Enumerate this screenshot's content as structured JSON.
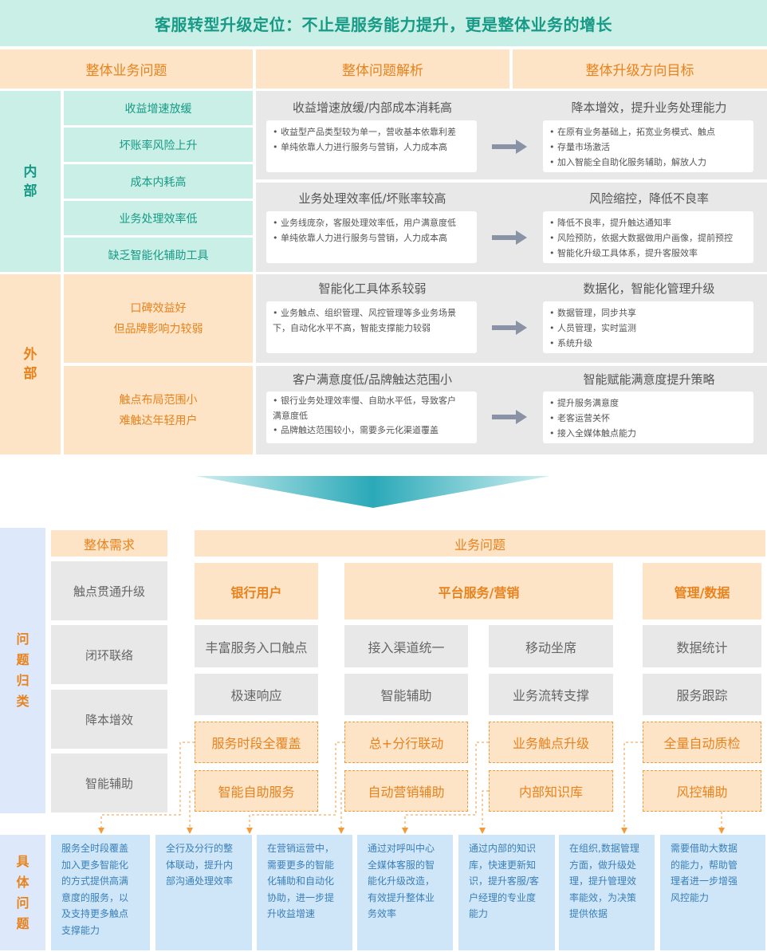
{
  "title": "客服转型升级定位：不止是服务能力提升，更是整体业务的增长",
  "headers": [
    "整体业务问题",
    "整体问题解析",
    "整体升级方向目标"
  ],
  "internal": {
    "label_1": "内",
    "label_2": "部",
    "problems": [
      "收益增速放缓",
      "坏账率风险上升",
      "成本内耗高",
      "业务处理效率低",
      "缺乏智能化辅助工具"
    ]
  },
  "external": {
    "label_1": "外",
    "label_2": "部",
    "problems": [
      [
        "口碑效益好",
        "但品牌影响力较弱"
      ],
      [
        "触点布局范围小",
        "难触达年轻用户"
      ]
    ]
  },
  "analysis_rows": [
    {
      "analysis_title": "收益增速放缓/内部成本消耗高",
      "analysis_lines": [
        "• 收益型产品类型较为单一，营收基本依靠利差",
        "• 单纯依靠人力进行服务与营销，人力成本高"
      ],
      "goal_title": "降本增效，提升业务处理能力",
      "goal_lines": [
        "• 在原有业务基础上，拓宽业务模式、触点",
        "• 存量市场激活",
        "• 加入智能全自助化服务辅助，解放人力"
      ]
    },
    {
      "analysis_title": "业务处理效率低/坏账率较高",
      "analysis_lines": [
        "• 业务线庞杂，客服处理效率低，用户满意度低",
        "• 单纯依靠人力进行服务与营销，人力成本高"
      ],
      "goal_title": "风险缩控，降低不良率",
      "goal_lines": [
        "• 降低不良率，提升触达通知率",
        "• 风险预防，依据大数据做用户画像，提前预控",
        "• 智能化升级工具体系，提升客服效率"
      ]
    },
    {
      "analysis_title": "智能化工具体系较弱",
      "analysis_lines": [
        "• 业务触点、组织管理、风控管理等多业务场景",
        "下，自动化水平不高，智能支撑能力较弱"
      ],
      "goal_title": "数据化，智能化管理升级",
      "goal_lines": [
        "• 数据管理，同步共享",
        "• 人员管理，实时监测",
        "• 系统升级"
      ]
    },
    {
      "analysis_title": "客户满意度低/品牌触达范围小",
      "analysis_lines": [
        "• 银行业务处理效率慢、自助水平低，导致客户",
        "满意度低",
        "• 品牌触达范围较小，需要多元化渠道覆盖"
      ],
      "goal_title": "智能赋能满意度提升策略",
      "goal_lines": [
        "• 提升服务满意度",
        "• 老客运营关怀",
        "• 接入全媒体触点能力"
      ]
    }
  ],
  "classification": {
    "label_chars": [
      "问",
      "题",
      "归",
      "类"
    ],
    "needs_header": "整体需求",
    "needs": [
      "触点贯通升级",
      "闭环联络",
      "降本增效",
      "智能辅助"
    ],
    "issues_header": "业务问题",
    "categories": [
      "银行用户",
      "平台服务/营销",
      "管理/数据"
    ],
    "gray_items": [
      "丰富服务入口触点",
      "接入渠道统一",
      "移动坐席",
      "数据统计",
      "极速响应",
      "智能辅助",
      "业务流转支撑",
      "服务跟踪"
    ],
    "orange_items": [
      "服务时段全覆盖",
      "总+分行联动",
      "业务触点升级",
      "全量自动质检",
      "智能自助服务",
      "自动营销辅助",
      "内部知识库",
      "风控辅助"
    ]
  },
  "specific": {
    "label_chars": [
      "具",
      "体",
      "问",
      "题"
    ],
    "boxes": [
      [
        "服务全时段覆盖",
        "加入更多智能化",
        "的方式提供高满",
        "意度的服务，以",
        "及支持更多触点",
        "支撑能力"
      ],
      [
        "全行及分行的整",
        "体联动，提升内",
        "部沟通处理效率"
      ],
      [
        "在营销运营中，",
        "需要更多的智能",
        "化辅助和自动化",
        "协助，进一步提",
        "升收益增速"
      ],
      [
        "通过对呼叫中心",
        "全媒体客服的智",
        "能化升级改造，",
        "有效提升整体业",
        "务效率"
      ],
      [
        "通过内部的知识",
        "库，快速更新知",
        "识，提升客服/客",
        "户经理的专业度",
        "能力"
      ],
      [
        "在组织,数据管理",
        "方面，做升级处",
        "理，提升管理效",
        "率能效，为决策",
        "提供依据"
      ],
      [
        "需要借助大数据",
        "的能力，帮助管",
        "理者进一步增强",
        "风控能力"
      ]
    ]
  },
  "colors": {
    "teal": "#179a86",
    "teal_bg": "#c9efe6",
    "orange": "#e8821d",
    "orange_bg": "#fde4c6",
    "gray_bg": "#e8e8e8",
    "blue_bg": "#cfe6f8"
  }
}
